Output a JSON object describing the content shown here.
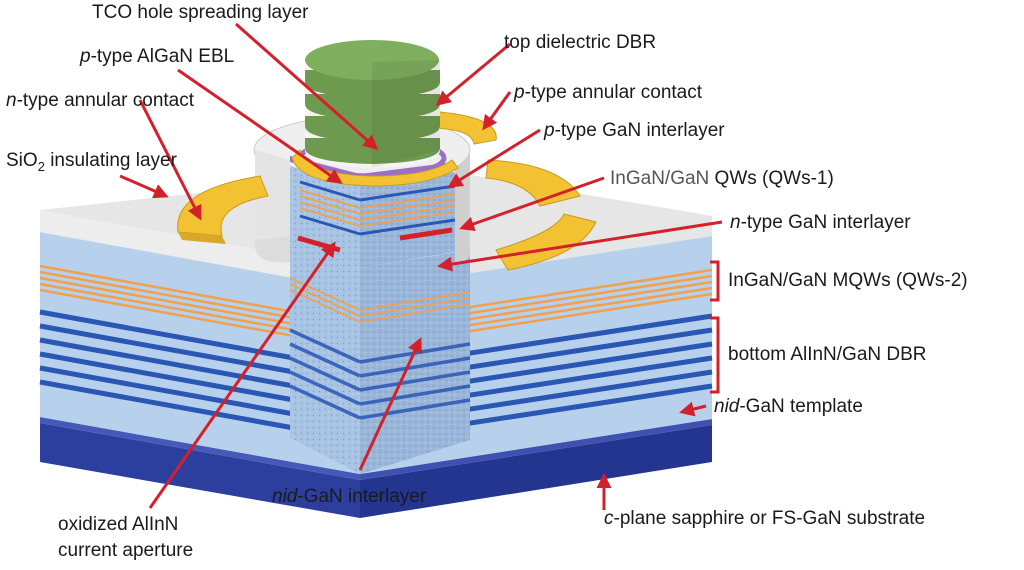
{
  "labels": {
    "tco": "TCO hole spreading layer",
    "ebl_prefix": "p",
    "ebl_rest": "-type AlGaN EBL",
    "top_dbr": "top dielectric DBR",
    "n_contact_prefix": "n",
    "n_contact_rest": "-type annular contact",
    "p_contact_prefix": "p",
    "p_contact_rest": "-type annular contact",
    "p_gan_prefix": "p",
    "p_gan_rest": "-type GaN interlayer",
    "sio2_a": "SiO",
    "sio2_sub": "2",
    "sio2_b": " insulating layer",
    "qws1_a": "InGaN/GaN",
    "qws1_b": " QWs (QWs-1)",
    "n_gan_prefix": "n",
    "n_gan_rest": "-type GaN interlayer",
    "mqws2": "InGaN/GaN MQWs (QWs-2)",
    "bottom_dbr": "bottom AlInN/GaN DBR",
    "template_prefix": "nid",
    "template_rest": "-GaN template",
    "nid_inter_prefix": "nid",
    "nid_inter_rest": "-GaN interlayer",
    "oxidized_1": "oxidized AlInN",
    "oxidized_2": "current aperture",
    "substrate_prefix": "c",
    "substrate_rest": "-plane sapphire or FS-GaN substrate"
  },
  "colors": {
    "arrow": "#d3202a",
    "gold": "#f2c232",
    "dbr_green": "#6e9a4f",
    "dbr_white": "#f4f4f4",
    "purple": "#9a6fc8",
    "blue_dark": "#2a56b4",
    "blue_light": "#a9c8ea",
    "orange": "#f1a04c",
    "substrate": "#2c3e9e",
    "sio2": "#e6e6e6"
  }
}
